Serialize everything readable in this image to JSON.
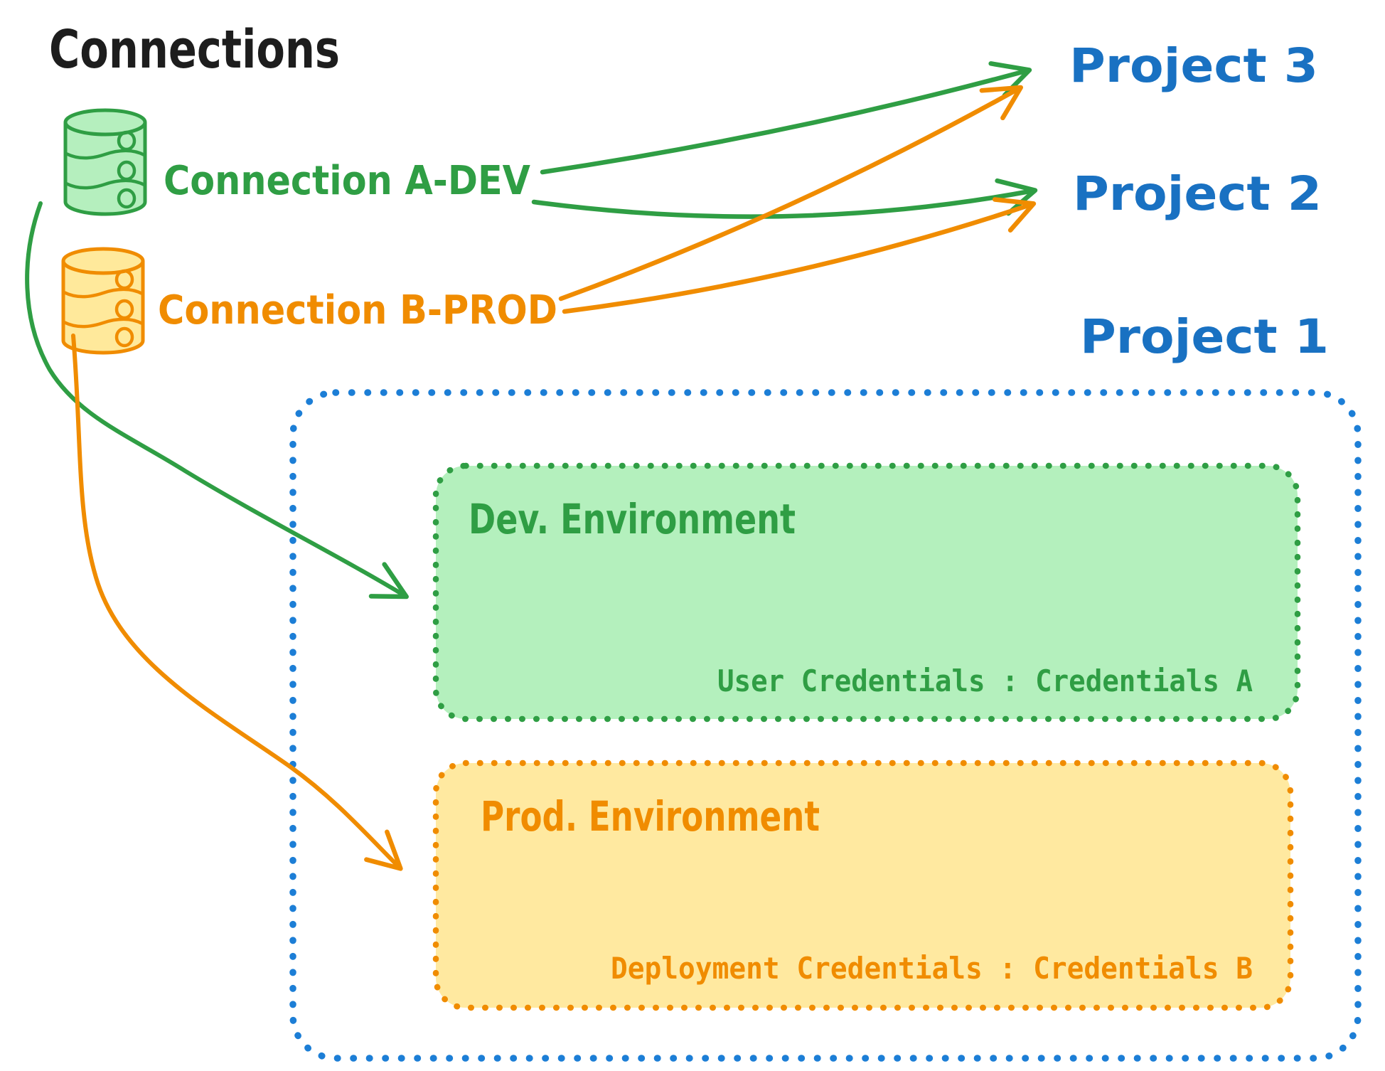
{
  "diagram": {
    "title": "Connections",
    "connections": [
      {
        "label": "Connection A-DEV",
        "icon": "database-icon",
        "stroke_color": "#2f9e44",
        "fill_color": "#b5efbe"
      },
      {
        "label": "Connection B-PROD",
        "icon": "database-icon",
        "stroke_color": "#f08c00",
        "fill_color": "#ffe99b"
      }
    ],
    "projects": [
      {
        "label": "Project 3"
      },
      {
        "label": "Project 2"
      },
      {
        "label": "Project 1"
      }
    ],
    "project1_detail": {
      "boundary_color": "#1c7ed6",
      "environments": [
        {
          "title": "Dev. Environment",
          "credentials": "User Credentials : Credentials A",
          "stroke_color": "#2f9e44",
          "fill_color": "#b4f0bd",
          "source_connection": "Connection A-DEV"
        },
        {
          "title": "Prod. Environment",
          "credentials": "Deployment Credentials : Credentials B",
          "stroke_color": "#f08c00",
          "fill_color": "#ffe9a0",
          "source_connection": "Connection B-PROD"
        }
      ]
    },
    "edges": [
      {
        "from": "Connection A-DEV",
        "to": "Project 3",
        "color": "#2f9e44"
      },
      {
        "from": "Connection A-DEV",
        "to": "Project 2",
        "color": "#2f9e44"
      },
      {
        "from": "Connection B-PROD",
        "to": "Project 3",
        "color": "#f08c00"
      },
      {
        "from": "Connection B-PROD",
        "to": "Project 2",
        "color": "#f08c00"
      },
      {
        "from": "Connection A-DEV",
        "to": "Dev. Environment",
        "color": "#2f9e44"
      },
      {
        "from": "Connection B-PROD",
        "to": "Prod. Environment",
        "color": "#f08c00"
      }
    ],
    "colors": {
      "ink": "#1d1d1d",
      "green": "#2f9e44",
      "green_fill": "#b4f0bd",
      "orange": "#f08c00",
      "orange_fill": "#ffe9a0",
      "blue_border": "#1c7ed6",
      "blue_text": "#1971c2"
    }
  }
}
